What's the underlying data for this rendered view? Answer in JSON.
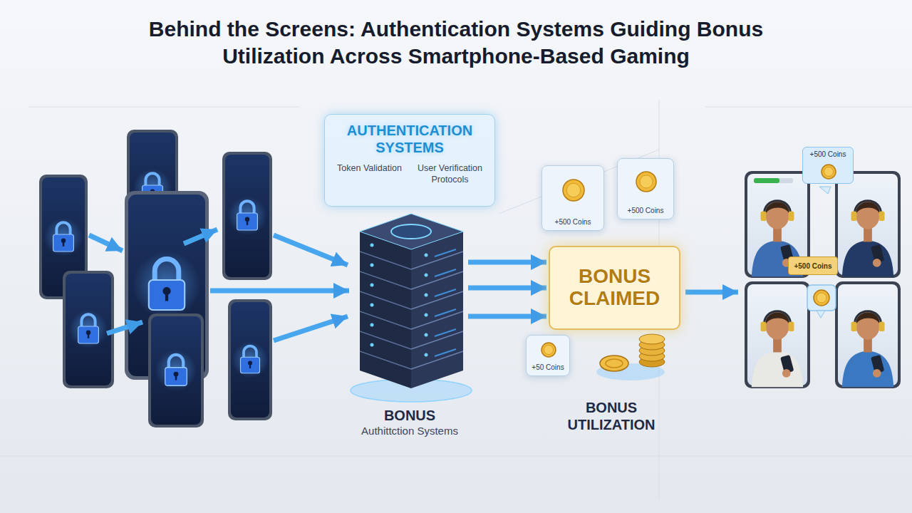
{
  "diagram": {
    "title": "Behind the Screens: Authentication Systems Guiding Bonus Utilization Across Smartphone-Based Gaming",
    "nodes": [
      {
        "text": [
          "AUTHENTICATION SYSTEMS",
          "Token Validation",
          "User Verification Protocols"
        ]
      },
      {
        "text": [
          "BONUS",
          "Authittction Systems"
        ]
      },
      {
        "text": [
          "+500 Coins"
        ]
      },
      {
        "text": [
          "+500 Coins"
        ]
      },
      {
        "text": [
          "BONUS CLAIMED"
        ]
      },
      {
        "text": [
          "+50 Coins"
        ]
      },
      {
        "text": [
          "+500 Coins"
        ]
      },
      {
        "text": [
          "+500 Coins"
        ]
      }
    ],
    "edges": [
      {
        "from": 1,
        "to": 4,
        "arrow": "to"
      },
      {
        "from": 1,
        "to": 4,
        "arrow": "to"
      },
      {
        "from": 1,
        "to": 4,
        "arrow": "to"
      }
    ],
    "labels": [
      "BONUS UTILIZATION"
    ]
  }
}
